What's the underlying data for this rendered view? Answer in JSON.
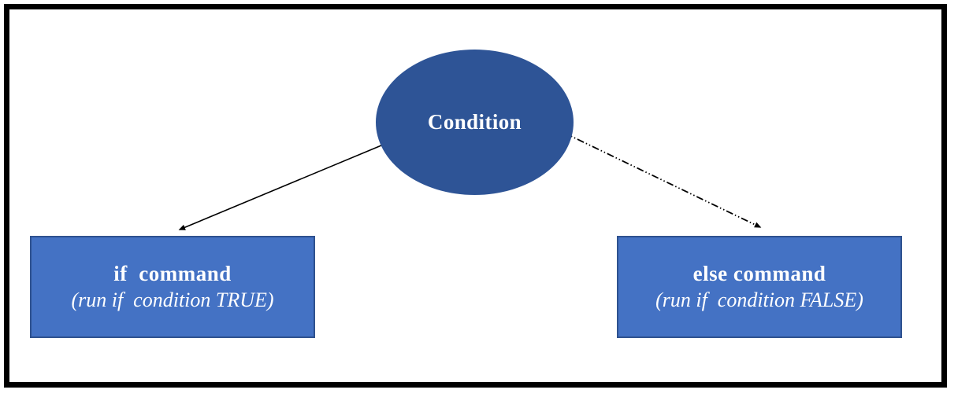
{
  "diagram": {
    "type": "flowchart",
    "title": "if-else conditional flow",
    "background_color": "#FFFFFF",
    "frame_color": "#000000",
    "nodes": {
      "condition": {
        "shape": "ellipse",
        "label": "Condition",
        "fill_color": "#2E5496",
        "text_color": "#FFFFFF"
      },
      "if_command": {
        "shape": "rectangle",
        "title": "if  command",
        "subtitle": "(run if  condition TRUE)",
        "fill_color": "#4472C4",
        "border_color": "#2F528F",
        "text_color": "#FFFFFF"
      },
      "else_command": {
        "shape": "rectangle",
        "title": "else command",
        "subtitle": "(run if  condition FALSE)",
        "fill_color": "#4472C4",
        "border_color": "#2F528F",
        "text_color": "#FFFFFF"
      }
    },
    "edges": [
      {
        "id": "edge-true",
        "from": "condition",
        "to": "if_command",
        "style": "solid",
        "arrowhead": "filled-triangle",
        "color": "#000000",
        "label": ""
      },
      {
        "id": "edge-false",
        "from": "condition",
        "to": "else_command",
        "style": "dash-dot-dot",
        "arrowhead": "filled-triangle",
        "color": "#000000",
        "label": ""
      }
    ]
  }
}
